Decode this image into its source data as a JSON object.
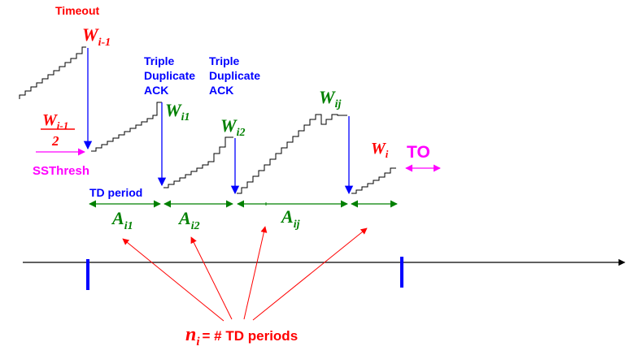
{
  "labels": {
    "timeout": "Timeout",
    "w_prev": "W",
    "w_prev_sub": "i-1",
    "frac_num": "W",
    "frac_num_sub": "i-1",
    "frac_den": "2",
    "ssthresh": "SSThresh",
    "triple_1": [
      "Triple",
      "Duplicate",
      "ACK"
    ],
    "triple_2": [
      "Triple",
      "Duplicate",
      "ACK"
    ],
    "w_i1": "W",
    "w_i1_sub": "i1",
    "w_i2": "W",
    "w_i2_sub": "i2",
    "w_ij": "W",
    "w_ij_sub": "ij",
    "w_i": "W",
    "w_i_sub": "i",
    "to": "TO",
    "td_period": "TD period",
    "a_i1": "A",
    "a_i1_sub": "i1",
    "a_i2": "A",
    "a_i2_sub": "i2",
    "a_ij": "A",
    "a_ij_sub": "ij",
    "n_i": "n",
    "n_i_sub": "i",
    "n_i_text": "= # TD periods"
  },
  "colors": {
    "red": "#ff0000",
    "blue": "#0000ff",
    "green": "#008000",
    "magenta": "#ff00ff",
    "black": "#000000"
  }
}
